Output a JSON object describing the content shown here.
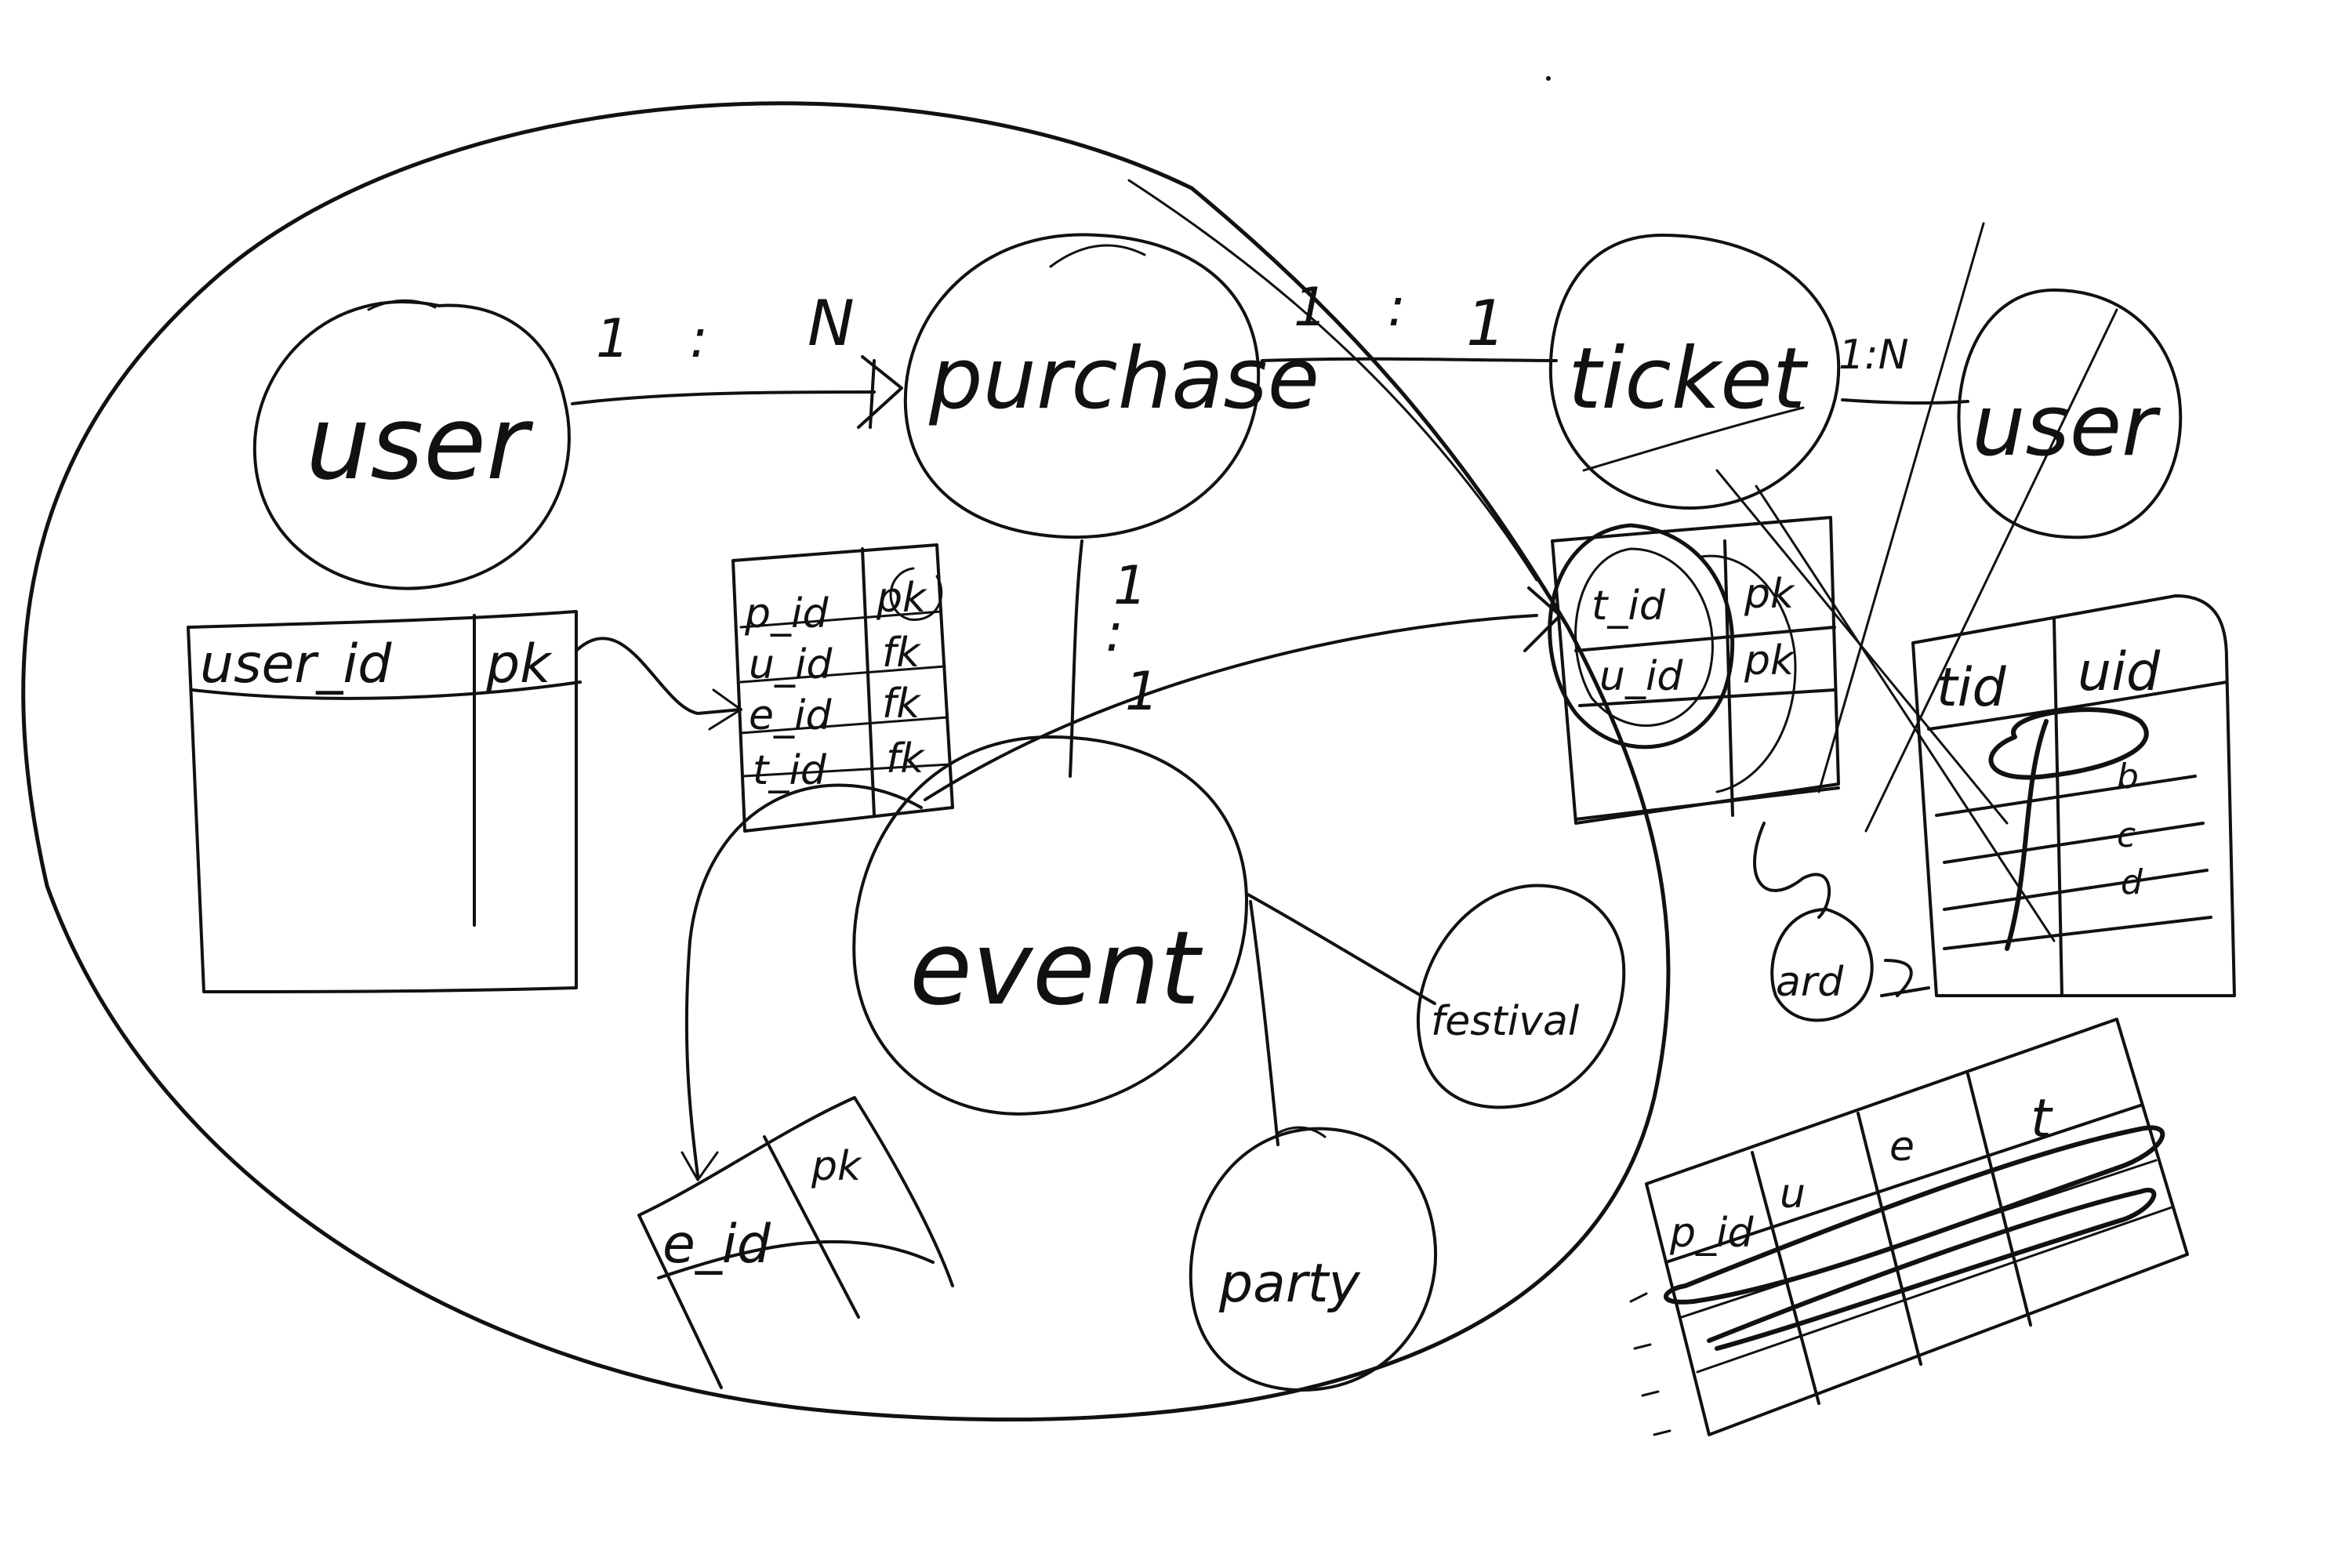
{
  "entities": {
    "user_left": "user",
    "purchase": "purchase",
    "ticket": "ticket",
    "user_right": "user",
    "event": "event",
    "festival": "festival",
    "party": "party",
    "small_circle": "ard"
  },
  "relations": {
    "user_purchase": {
      "left": "1",
      "colon": ":",
      "right": "N"
    },
    "purchase_ticket": {
      "left": "1",
      "colon": ":",
      "right": "1"
    },
    "ticket_user": "1:N",
    "purchase_event": {
      "top": "1",
      "colon": ":",
      "bottom": "1"
    }
  },
  "tables": {
    "user_table": {
      "col1": "user_id",
      "col2": "pk"
    },
    "purchase_table": {
      "rows": [
        {
          "name": "p_id",
          "key": "pk"
        },
        {
          "name": "u_id",
          "key": "fk"
        },
        {
          "name": "e_id",
          "key": "fk"
        },
        {
          "name": "t_id",
          "key": "fk"
        }
      ]
    },
    "event_table": {
      "col1": "e_id",
      "col2": "pk"
    },
    "ticket_table": {
      "rows": [
        {
          "name": "t_id",
          "key": "pk"
        },
        {
          "name": "u_id",
          "key": "pk"
        }
      ]
    },
    "ticket_user_table": {
      "headers": [
        "tid",
        "uid"
      ],
      "cells": [
        "b",
        "c",
        "d"
      ]
    },
    "purchase_wide_table": {
      "headers": [
        "p_id",
        "u",
        "e",
        "t"
      ]
    }
  }
}
